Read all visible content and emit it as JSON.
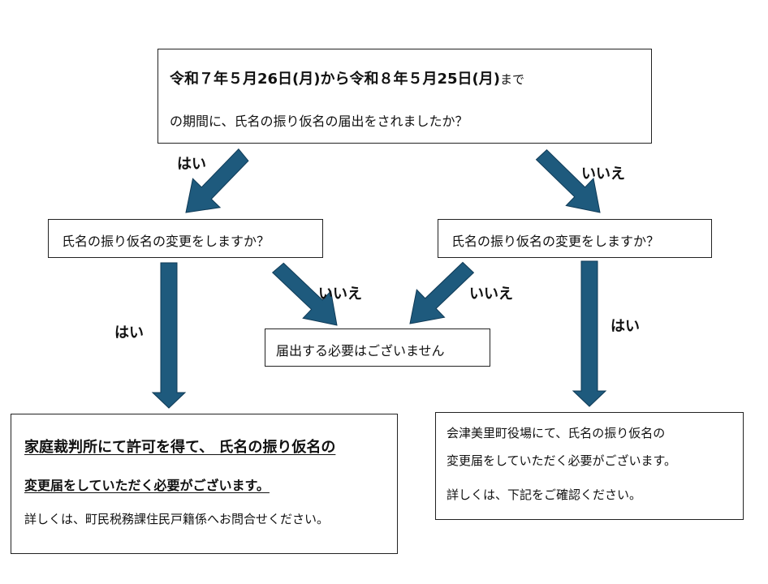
{
  "question_main": {
    "line1_bold": "令和７年５月26日(月)から令和８年５月25日(月)",
    "line1_tail": "まで",
    "line2": "の期間に、氏名の振り仮名の届出をされましたか？"
  },
  "question_left": "氏名の振り仮名の変更をしますか？",
  "question_right": "氏名の振り仮名の変更をしますか？",
  "no_need": "届出する必要はございません",
  "court_box": {
    "line1": "家庭裁判所にて許可を得て、 氏名の振り仮名の",
    "line2": "変更届をしていただく必要がございます。",
    "line3": "詳しくは、町民税務課住民戸籍係へお問合せください。"
  },
  "office_box": {
    "line1": "会津美里町役場にて、氏名の振り仮名の",
    "line2": "変更届をしていただく必要がございます。",
    "line3": "詳しくは、下記をご確認ください。"
  },
  "labels": {
    "yes": "はい",
    "no": "いいえ"
  },
  "colors": {
    "arrow_fill": "#1e5a7d",
    "arrow_stroke": "#0f3a56"
  }
}
